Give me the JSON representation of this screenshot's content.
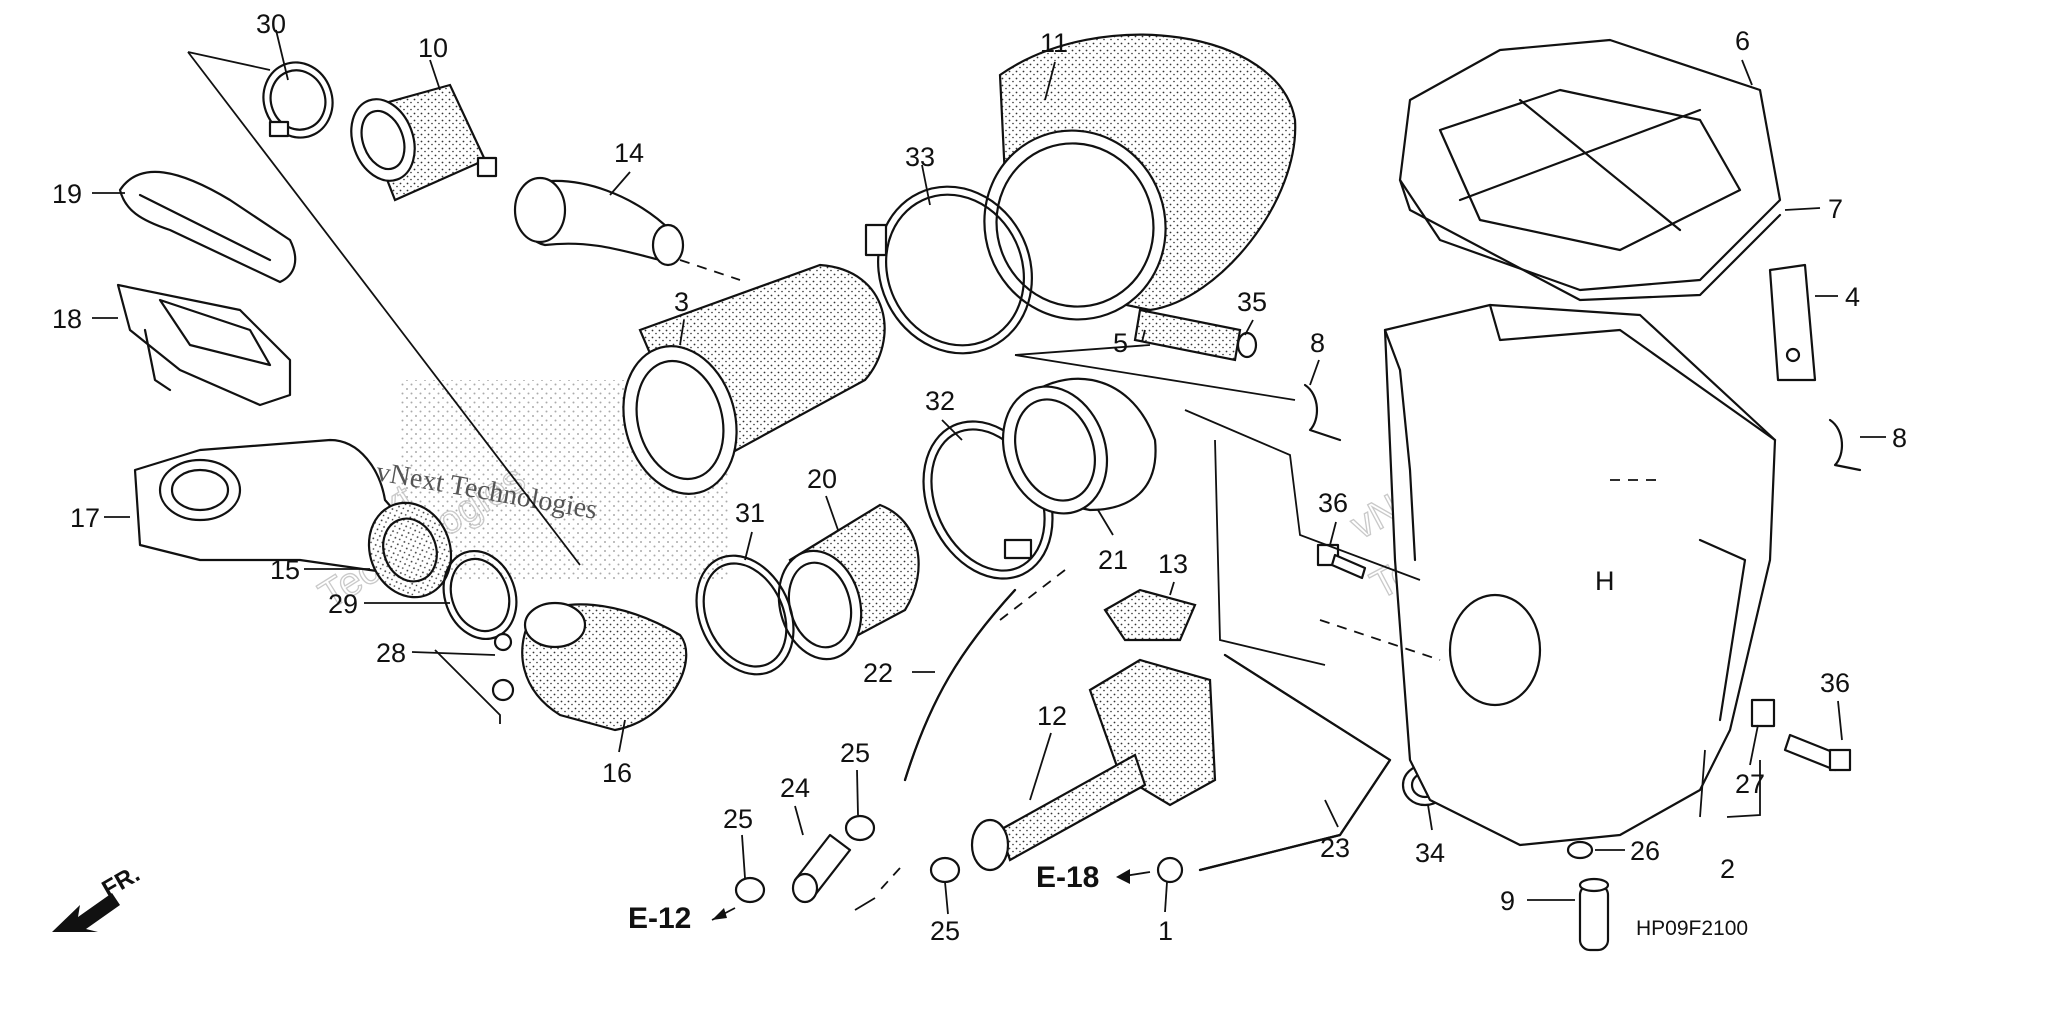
{
  "diagram_code": "HP09F2100",
  "front_label": "FR.",
  "refs": {
    "e12": "E-12",
    "e18": "E-18"
  },
  "watermark": {
    "brand_top": "vNext",
    "brand_bottom": "Technologies",
    "company": "vNext Technologies"
  },
  "callouts": [
    {
      "id": "c30",
      "label": "30"
    },
    {
      "id": "c10",
      "label": "10"
    },
    {
      "id": "c11",
      "label": "11"
    },
    {
      "id": "c6",
      "label": "6"
    },
    {
      "id": "c7",
      "label": "7"
    },
    {
      "id": "c19",
      "label": "19"
    },
    {
      "id": "c14",
      "label": "14"
    },
    {
      "id": "c33",
      "label": "33"
    },
    {
      "id": "c18",
      "label": "18"
    },
    {
      "id": "c3",
      "label": "3"
    },
    {
      "id": "c35",
      "label": "35"
    },
    {
      "id": "c4",
      "label": "4"
    },
    {
      "id": "c5",
      "label": "5"
    },
    {
      "id": "c8a",
      "label": "8"
    },
    {
      "id": "c32",
      "label": "32"
    },
    {
      "id": "c8b",
      "label": "8"
    },
    {
      "id": "c17",
      "label": "17"
    },
    {
      "id": "c20",
      "label": "20"
    },
    {
      "id": "c36a",
      "label": "36"
    },
    {
      "id": "c31",
      "label": "31"
    },
    {
      "id": "c15",
      "label": "15"
    },
    {
      "id": "c21",
      "label": "21"
    },
    {
      "id": "c13",
      "label": "13"
    },
    {
      "id": "c29",
      "label": "29"
    },
    {
      "id": "c28",
      "label": "28"
    },
    {
      "id": "c22",
      "label": "22"
    },
    {
      "id": "c36b",
      "label": "36"
    },
    {
      "id": "c12",
      "label": "12"
    },
    {
      "id": "c16",
      "label": "16"
    },
    {
      "id": "c25a",
      "label": "25"
    },
    {
      "id": "c27",
      "label": "27"
    },
    {
      "id": "c24",
      "label": "24"
    },
    {
      "id": "c25b",
      "label": "25"
    },
    {
      "id": "c23",
      "label": "23"
    },
    {
      "id": "c34",
      "label": "34"
    },
    {
      "id": "c26",
      "label": "26"
    },
    {
      "id": "c2",
      "label": "2"
    },
    {
      "id": "c25c",
      "label": "25"
    },
    {
      "id": "c1",
      "label": "1"
    },
    {
      "id": "c9",
      "label": "9"
    }
  ]
}
